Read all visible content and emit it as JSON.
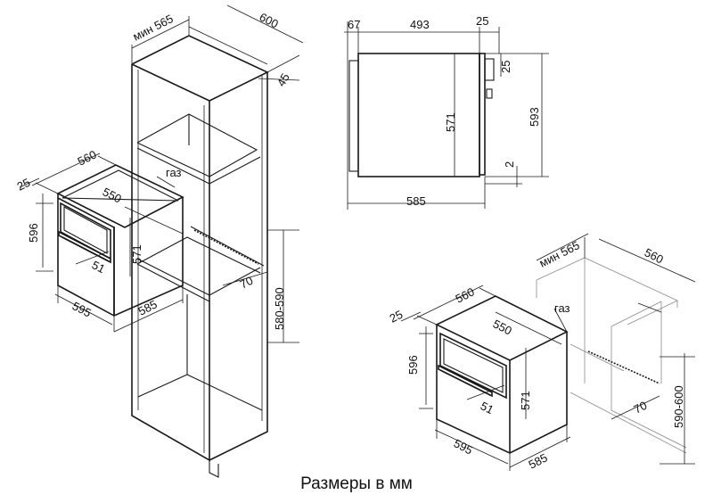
{
  "caption": "Размеры в мм",
  "colors": {
    "line": "#1a1a1a",
    "background": "#ffffff"
  },
  "tall_cabinet": {
    "dim_depth_min": "мин 565",
    "dim_width": "600",
    "dim_offset": "45",
    "dim_niche_width": "560",
    "dim_front_offset": "25",
    "dim_height": "596",
    "dim_inner_width": "550",
    "dim_gas": "газ",
    "dim_handle": "51",
    "dim_niche_height": "571",
    "dim_front_width": "595",
    "dim_body_depth": "585",
    "dim_vent": "70",
    "dim_opening_height": "580-590"
  },
  "side_view": {
    "dim_panel": "67",
    "dim_body": "493",
    "dim_back": "25",
    "dim_gap_top": "25",
    "dim_inner_height": "571",
    "dim_total_height": "593",
    "dim_gap_bottom": "2",
    "dim_total_depth": "585"
  },
  "undercounter": {
    "dim_depth_min": "мин 565",
    "dim_niche_width": "560",
    "dim_front_offset": "25",
    "dim_width": "560",
    "dim_gas": "газ",
    "dim_inner_width": "550",
    "dim_height": "596",
    "dim_handle": "51",
    "dim_niche_height": "571",
    "dim_front_width": "595",
    "dim_body_depth": "585",
    "dim_vent": "70",
    "dim_opening_height": "590-600"
  }
}
